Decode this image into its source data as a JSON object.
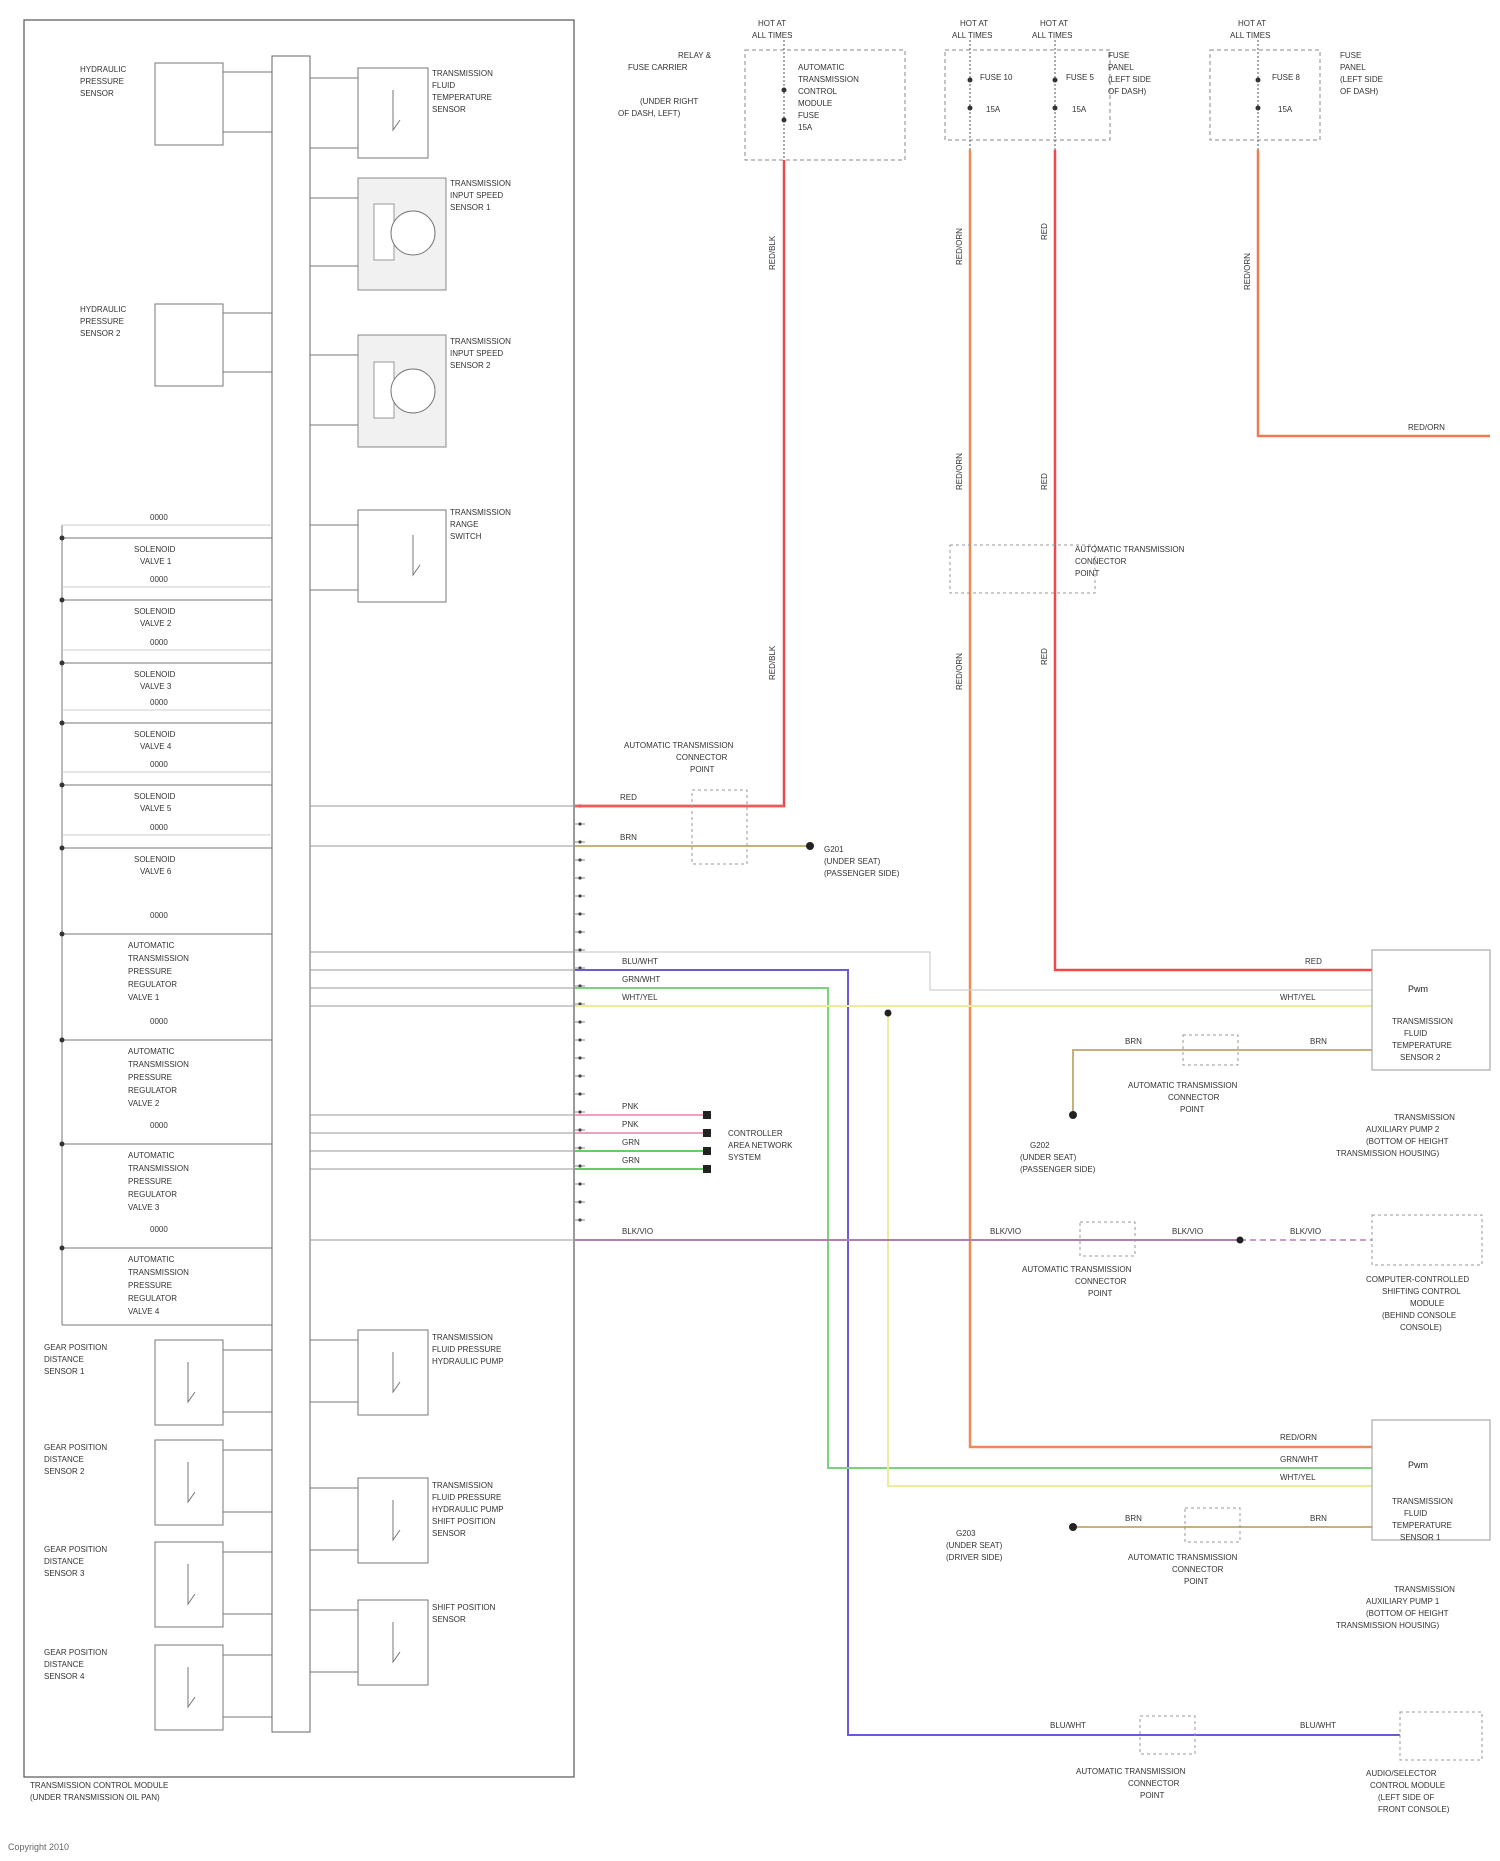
{
  "module": {
    "label_1": "TRANSMISSION CONTROL MODULE",
    "label_2": "(UNDER TRANSMISSION OIL PAN)"
  },
  "left_components": {
    "pressure_1": [
      "HYDRAULIC",
      "PRESSURE",
      "SENSOR"
    ],
    "pressure_2": [
      "HYDRAULIC",
      "PRESSURE",
      "SENSOR 2"
    ],
    "input_speed_1": [
      "TRANSMISSION",
      "INPUT SPEED",
      "SENSOR 1"
    ],
    "input_speed_2": [
      "TRANSMISSION",
      "INPUT SPEED",
      "SENSOR 2"
    ],
    "fluid_temp": [
      "TRANSMISSION",
      "FLUID",
      "TEMPERATURE",
      "SENSOR"
    ],
    "range_switch": [
      "TRANSMISSION",
      "RANGE",
      "SWITCH"
    ],
    "solenoids": [
      {
        "code": "0000",
        "name": [
          "SOLENOID",
          "VALVE 1"
        ]
      },
      {
        "code": "0000",
        "name": [
          "SOLENOID",
          "VALVE 2"
        ]
      },
      {
        "code": "0000",
        "name": [
          "SOLENOID",
          "VALVE 3"
        ]
      },
      {
        "code": "0000",
        "name": [
          "SOLENOID",
          "VALVE 4"
        ]
      },
      {
        "code": "0000",
        "name": [
          "SOLENOID",
          "VALVE 5"
        ]
      },
      {
        "code": "0000",
        "name": [
          "SOLENOID",
          "VALVE 6"
        ]
      }
    ],
    "regulators": [
      {
        "code": "0000",
        "name": [
          "AUTOMATIC",
          "TRANSMISSION",
          "PRESSURE",
          "REGULATOR",
          "VALVE 1"
        ]
      },
      {
        "code": "0000",
        "name": [
          "AUTOMATIC",
          "TRANSMISSION",
          "PRESSURE",
          "REGULATOR",
          "VALVE 2"
        ]
      },
      {
        "code": "0000",
        "name": [
          "AUTOMATIC",
          "TRANSMISSION",
          "PRESSURE",
          "REGULATOR",
          "VALVE 3"
        ]
      },
      {
        "code": "0000",
        "name": [
          "AUTOMATIC",
          "TRANSMISSION",
          "PRESSURE",
          "REGULATOR",
          "VALVE 4"
        ]
      }
    ],
    "gear_sensors": [
      [
        "GEAR POSITION",
        "DISTANCE",
        "SENSOR 1"
      ],
      [
        "GEAR POSITION",
        "DISTANCE",
        "SENSOR 2"
      ],
      [
        "GEAR POSITION",
        "DISTANCE",
        "SENSOR 3"
      ],
      [
        "GEAR POSITION",
        "DISTANCE",
        "SENSOR 4"
      ]
    ],
    "inner_sensors": [
      [
        "TRANSMISSION",
        "FLUID PRESSURE",
        "HYDRAULIC PUMP"
      ],
      [
        "TRANSMISSION",
        "FLUID PRESSURE",
        "HYDRAULIC PUMP",
        "SHIFT POSITION",
        "SENSOR"
      ],
      [
        "SHIFT POSITION",
        "SENSOR"
      ]
    ]
  },
  "fuses": {
    "relay_box": {
      "supply": [
        "HOT AT",
        "ALL TIMES"
      ],
      "side_label": [
        "RELAY &",
        "FUSE CARRIER"
      ],
      "side_label_2": [
        "(UNDER RIGHT",
        "OF DASH, LEFT)"
      ],
      "inner": [
        "AUTOMATIC",
        "TRANSMISSION",
        "CONTROL",
        "MODULE",
        "FUSE",
        "15A"
      ]
    },
    "fuse_pair": {
      "supply_left": [
        "HOT AT",
        "ALL TIMES"
      ],
      "supply_right": [
        "HOT AT",
        "ALL TIMES"
      ],
      "fuse_left": "FUSE 10",
      "fuse_right": "FUSE 5",
      "amp": "15A",
      "side_label": [
        "FUSE",
        "PANEL",
        "(LEFT SIDE",
        "OF DASH)"
      ]
    },
    "fuse_single": {
      "supply": [
        "HOT AT",
        "ALL TIMES"
      ],
      "fuse": "FUSE 8",
      "amp": "15A",
      "side_label": [
        "FUSE",
        "PANEL",
        "(LEFT SIDE",
        "OF DASH)"
      ]
    }
  },
  "connectors": {
    "top_conn": [
      "AUTOMATIC TRANSMISSION",
      "CONNECTOR",
      "POINT"
    ],
    "mid_conn": [
      "AUTOMATIC TRANSMISSION",
      "CONNECTOR",
      "POINT"
    ],
    "inline_a": [
      "AUTOMATIC TRANSMISSION",
      "CONNECTOR",
      "POINT"
    ],
    "inline_b": [
      "AUTOMATIC TRANSMISSION",
      "CONNECTOR",
      "POINT"
    ],
    "inline_c": [
      "AUTOMATIC TRANSMISSION",
      "CONNECTOR",
      "POINT"
    ],
    "inline_d": [
      "AUTOMATIC TRANSMISSION",
      "CONNECTOR",
      "POINT"
    ],
    "inline_e": [
      "AUTOMATIC TRANSMISSION",
      "CONNECTOR",
      "POINT"
    ]
  },
  "grounds": {
    "g1": [
      "G201",
      "(UNDER SEAT)",
      "(PASSENGER SIDE)"
    ],
    "g2": [
      "G202",
      "(UNDER SEAT)",
      "(PASSENGER SIDE)"
    ],
    "g3": [
      "G203",
      "(UNDER SEAT)",
      "(DRIVER SIDE)"
    ],
    "can": [
      "CONTROLLER",
      "AREA NETWORK",
      "SYSTEM"
    ]
  },
  "right_components": {
    "pump2": {
      "symbol": "Pwm",
      "name": [
        "TRANSMISSION",
        "FLUID",
        "TEMPERATURE",
        "SENSOR 2"
      ],
      "loc": [
        "TRANSMISSION",
        "AUXILIARY PUMP 2",
        "(BOTTOM OF HEIGHT",
        "TRANSMISSION HOUSING)"
      ]
    },
    "pump1": {
      "symbol": "Pwm",
      "name": [
        "TRANSMISSION",
        "FLUID",
        "TEMPERATURE",
        "SENSOR 1"
      ],
      "loc": [
        "TRANSMISSION",
        "AUXILIARY PUMP 1",
        "(BOTTOM OF HEIGHT",
        "TRANSMISSION HOUSING)"
      ]
    },
    "cluster": [
      "COMPUTER-CONTROLLED",
      "SHIFTING CONTROL",
      "MODULE",
      "(BEHIND CONSOLE",
      "CONSOLE)"
    ],
    "selector": [
      "AUDIO/SELECTOR",
      "CONTROL MODULE",
      "(LEFT SIDE OF",
      "FRONT CONSOLE)"
    ]
  },
  "wire_labels": {
    "red_top": "RED/BLK",
    "orange_a": "RED/ORN",
    "red_b": "RED",
    "orange_c": "RED/ORN",
    "red_short": "RED",
    "pink": "RED",
    "pinks": [
      "PNK",
      "PNK",
      "PNK"
    ],
    "greens": [
      "GRN",
      "GRN"
    ],
    "violet": "BLK/VIO",
    "blue": "BLU/WHT",
    "green": "GRN/WHT",
    "yellow": "WHT/YEL",
    "sensor": "BRN"
  },
  "footer": "Copyright 2010"
}
